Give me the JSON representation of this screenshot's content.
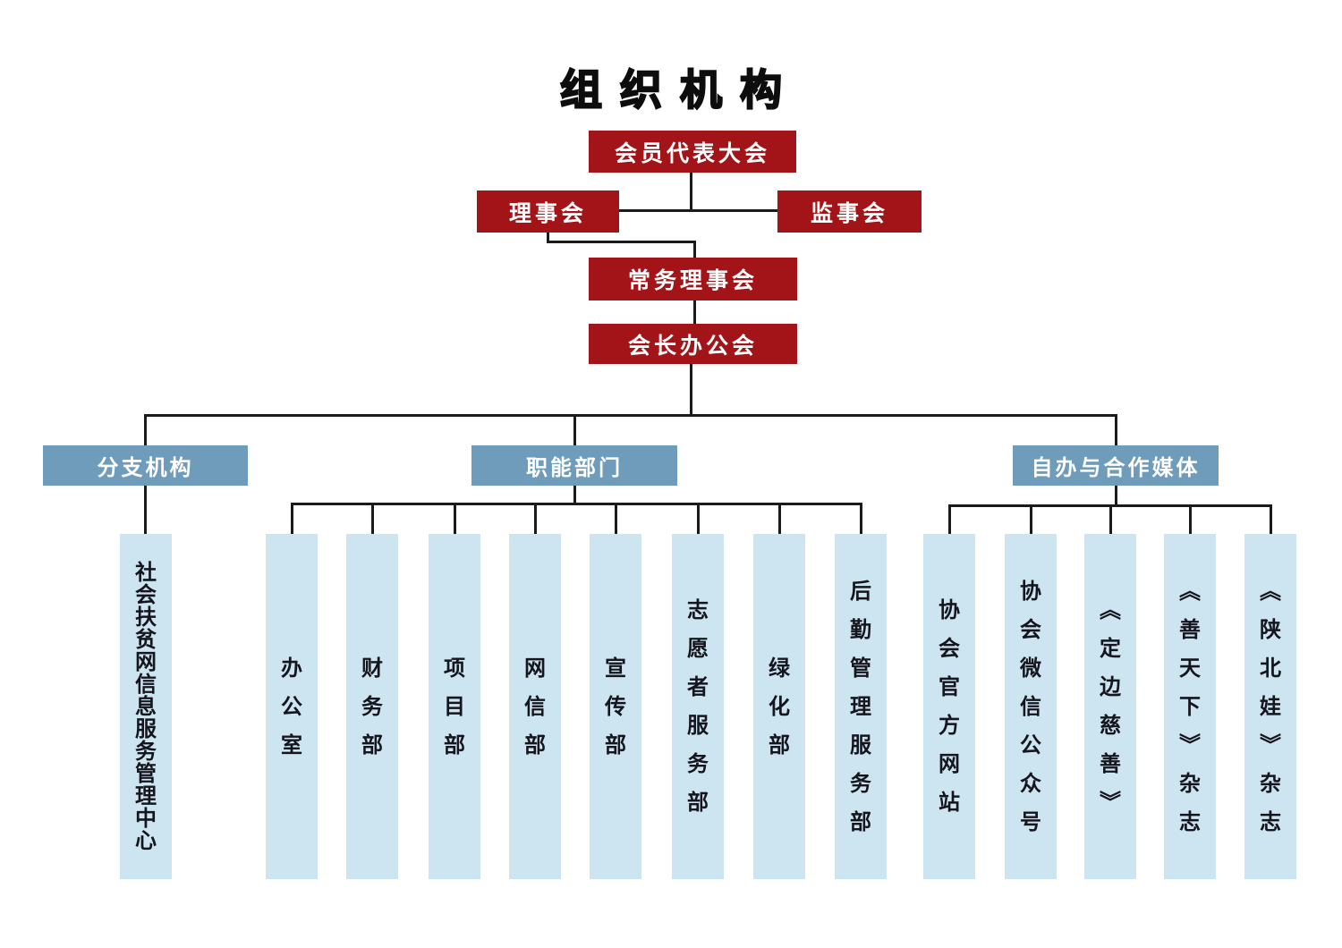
{
  "title": "组织机构",
  "governance": {
    "assembly": "会员代表大会",
    "council": "理事会",
    "supervisory": "监事会",
    "standing_council": "常务理事会",
    "president_office": "会长办公会"
  },
  "groups": {
    "branch": {
      "label": "分支机构",
      "children": [
        "社会扶贫网信息服务管理中心"
      ]
    },
    "functional": {
      "label": "职能部门",
      "children": [
        "办公室",
        "财务部",
        "项目部",
        "网信部",
        "宣传部",
        "志愿者服务部",
        "绿化部",
        "后勤管理服务部"
      ]
    },
    "media": {
      "label": "自办与合作媒体",
      "children": [
        "协会官方网站",
        "协会微信公众号",
        "《定边慈善》",
        "《善天下》杂志",
        "《陕北娃》杂志"
      ]
    }
  },
  "colors": {
    "governance_box_red": "#a31418",
    "group_header_blue": "#6e9cba",
    "department_column_blue": "#cde4f1",
    "connector_black": "#1b1b1b",
    "column_text": "#15151d"
  }
}
